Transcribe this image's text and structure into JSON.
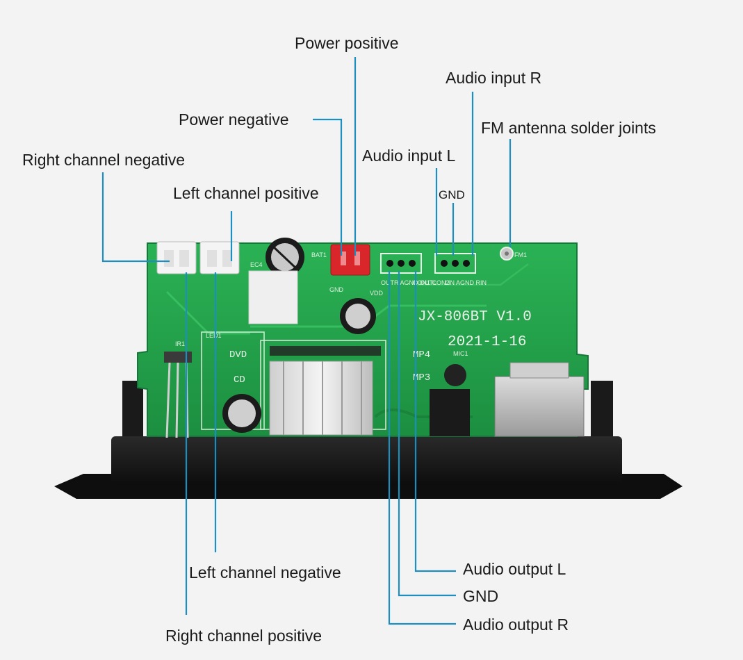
{
  "labels": {
    "power_positive": "Power positive",
    "audio_input_r": "Audio input R",
    "power_negative": "Power negative",
    "fm_antenna": "FM antenna solder joints",
    "right_channel_negative": "Right channel negative",
    "audio_input_l": "Audio input L",
    "left_channel_positive": "Left channel positive",
    "gnd_top": "GND",
    "audio_output_l": "Audio output L",
    "gnd_bottom": "GND",
    "audio_output_r": "Audio output R",
    "left_channel_negative": "Left channel negative",
    "right_channel_positive": "Right channel positive"
  },
  "board": {
    "model": "JX-806BT V1.0",
    "date": "2021-1-16",
    "silk_bat": "BAT1",
    "silk_fm": "FM1",
    "silk_gnd": "GND",
    "silk_vdd": "VDD",
    "silk_ec": "EC4",
    "silk_led": "LED1",
    "silk_ir": "IR1",
    "silk_dvd": "DVD",
    "silk_cd": "CD",
    "silk_mp4": "MP4",
    "silk_mp3": "MP3",
    "silk_mic": "MIC1",
    "silk_out": "OUTR AGND OUTL",
    "silk_in": "LIN AGND RIN",
    "silk_con": "CON1 CON2"
  },
  "colors": {
    "lead_line": "#1d8fbf",
    "pcb_green": "#22a349",
    "panel_black": "#141414",
    "power_connector": "#d8262b"
  }
}
